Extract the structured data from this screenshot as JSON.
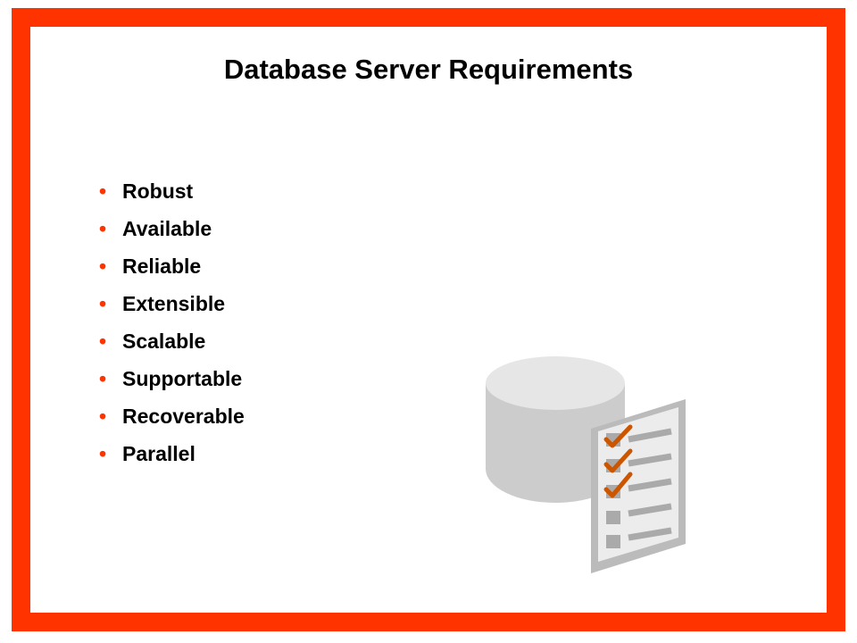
{
  "slide": {
    "title": "Database Server Requirements",
    "accent_color": "#ff3300",
    "bullet_color": "#ff3300",
    "bullets": [
      "Robust",
      "Available",
      "Reliable",
      "Extensible",
      "Scalable",
      "Supportable",
      "Recoverable",
      "Parallel"
    ]
  },
  "illustration": {
    "icons": [
      "database-cylinder-icon",
      "checklist-document-icon"
    ],
    "checkmark_color": "#cc5500",
    "checked_items": 3,
    "total_items": 5
  }
}
